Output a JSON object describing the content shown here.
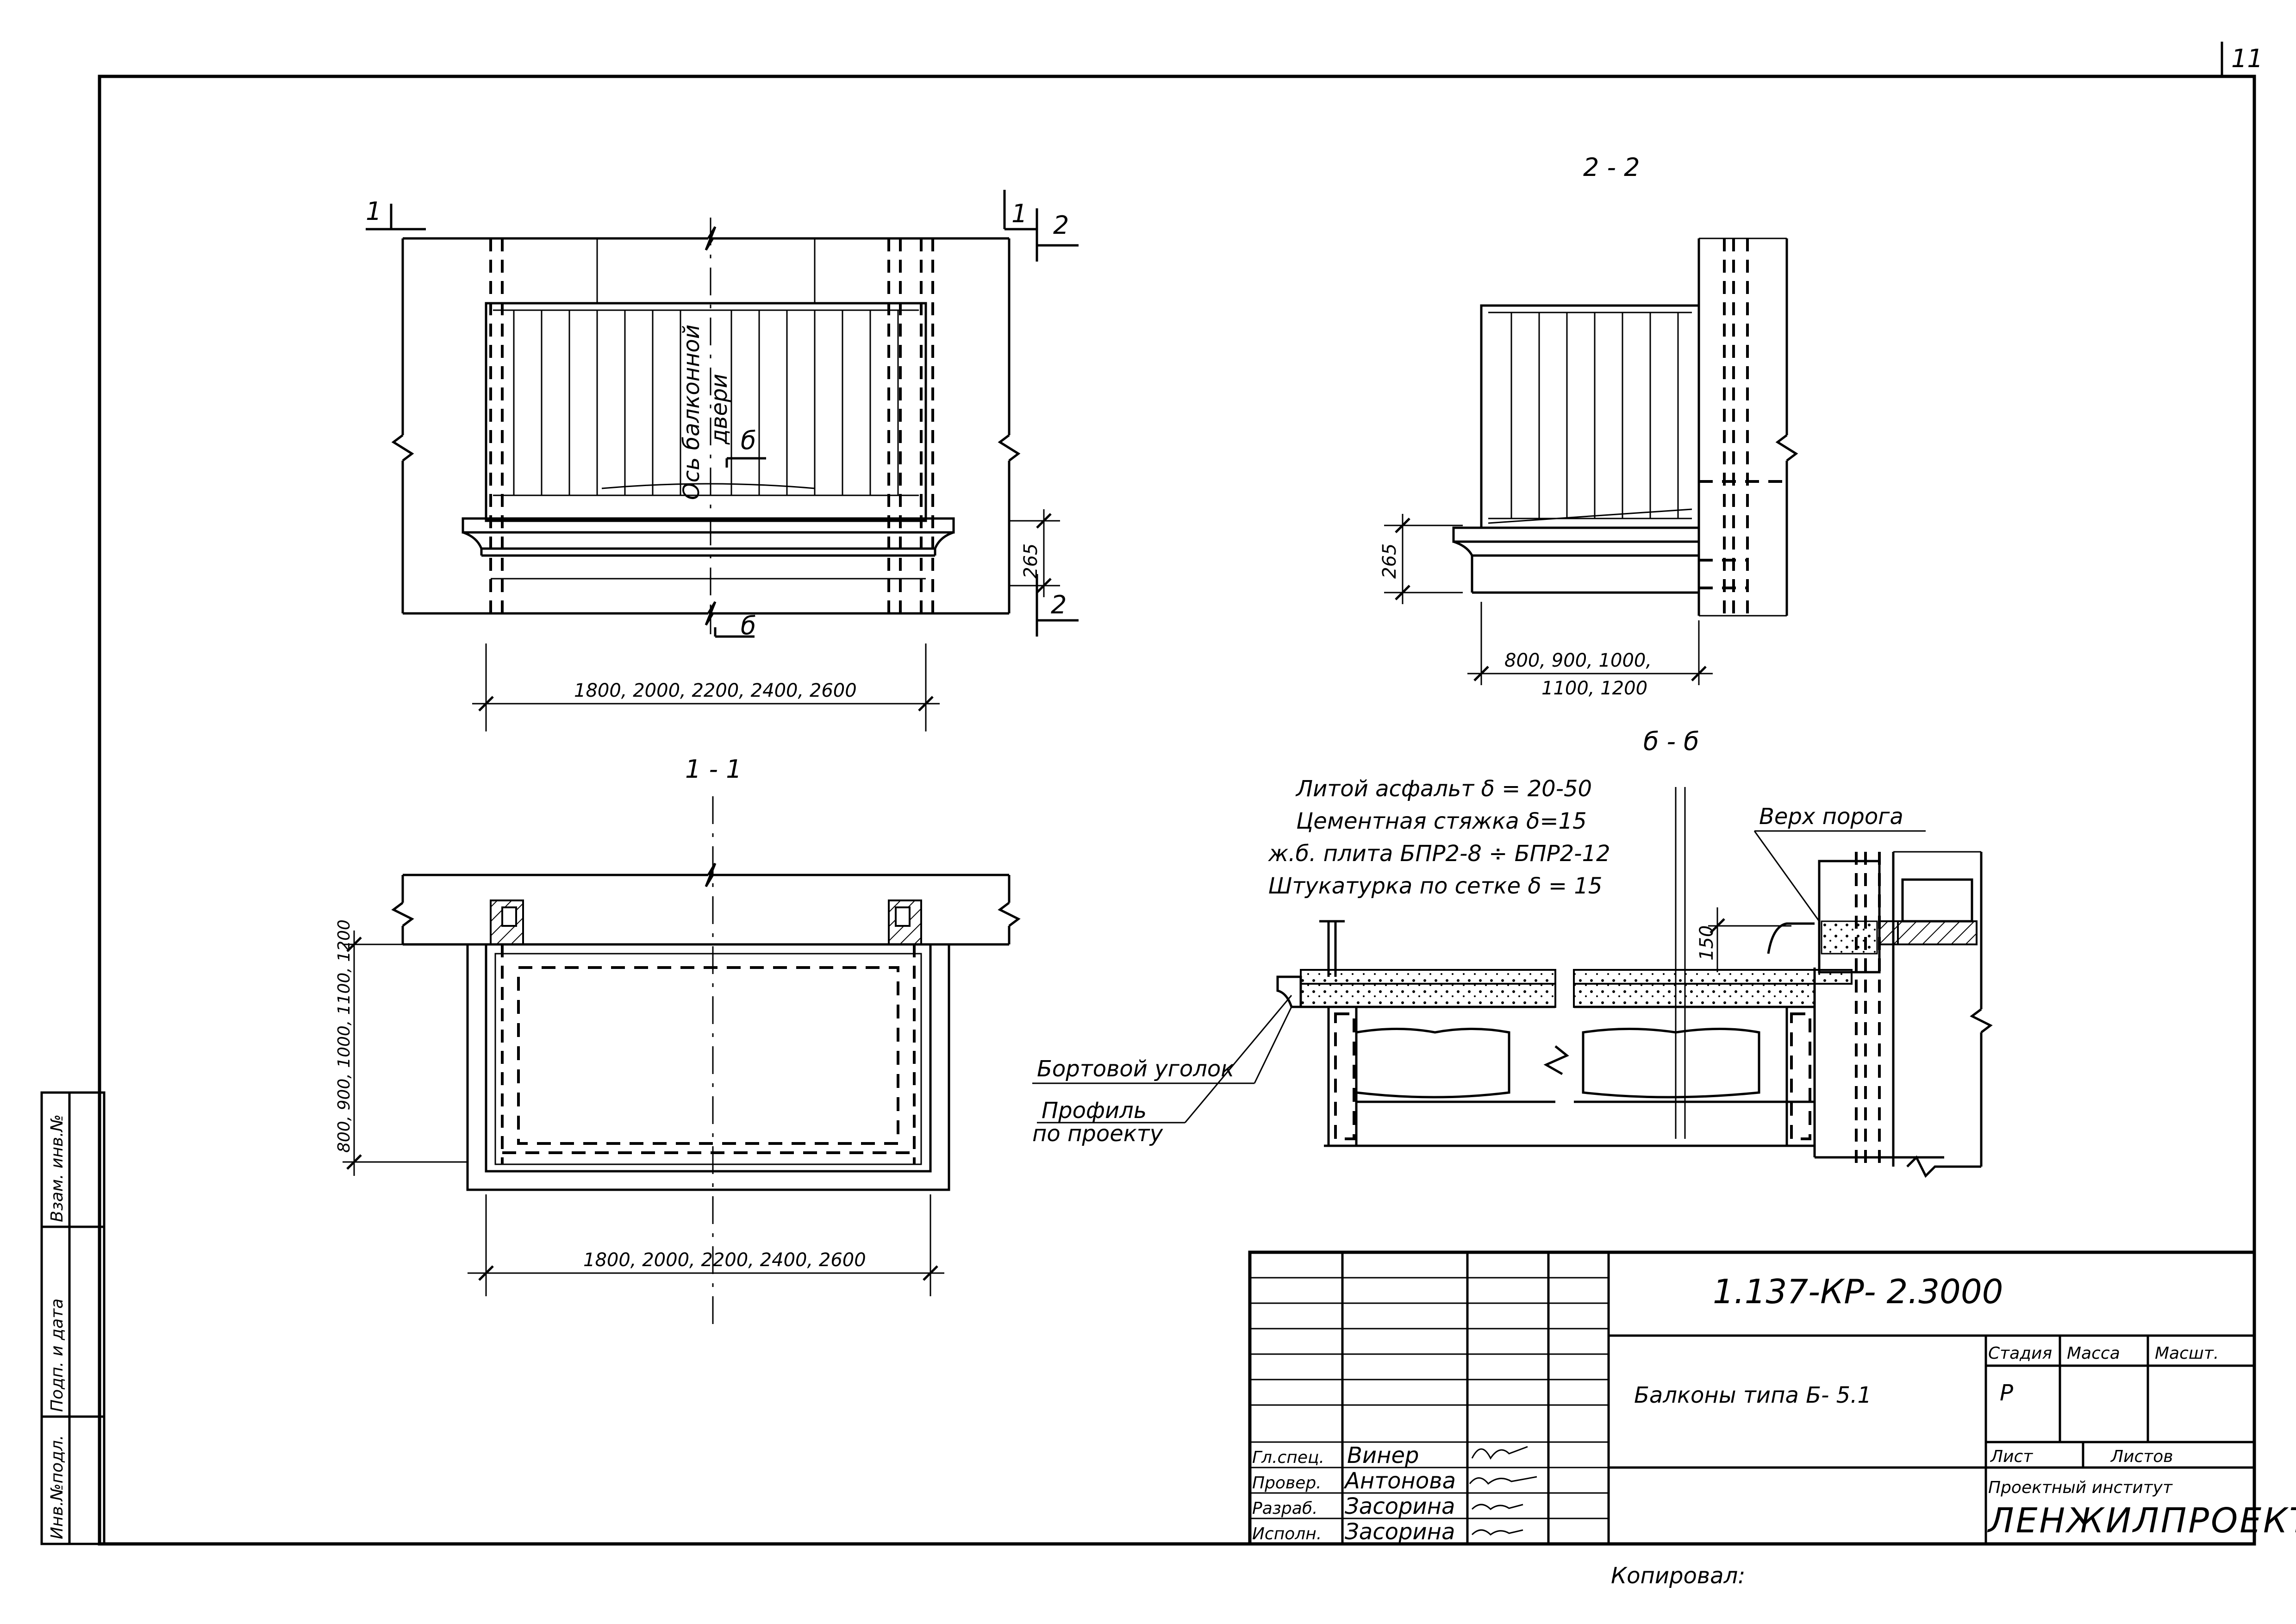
{
  "sheet": {
    "number": "11"
  },
  "views": {
    "elevation": {
      "cut_marks": [
        "1",
        "1",
        "2",
        "2"
      ],
      "section_marks": [
        "б",
        "б"
      ],
      "door_axis_line1": "Ось балконной",
      "door_axis_line2": "двери",
      "dim_height": "265",
      "dim_width": "1800, 2000, 2200, 2400, 2600"
    },
    "section_2_2": {
      "title": "2 - 2",
      "dim_height": "265",
      "dim_width_line1": "800, 900, 1000,",
      "dim_width_line2": "1100, 1200"
    },
    "section_1_1": {
      "title": "1 - 1",
      "dim_height": "800, 900, 1000, 1100, 1200",
      "dim_width": "1800, 2000, 2200, 2400, 2600"
    },
    "section_b_b": {
      "title": "б - б",
      "layers": [
        "Литой асфальт δ = 20-50",
        "Цементная стяжка δ=15",
        "ж.б. плита БПР2-8 ÷ БПР2-12",
        "Штукатурка по сетке δ = 15"
      ],
      "threshold_label": "Верх порога",
      "dim_50": "150",
      "edge_angle_label": "Бортовой уголок",
      "profile_label_line1": "Профиль",
      "profile_label_line2": "по проекту"
    }
  },
  "side_stamp": [
    "Инв.№подл.",
    "Подп. и дата",
    "Взам. инв.№"
  ],
  "title_block": {
    "code": "1.137-КР- 2.3000",
    "name": "Балконы типа Б- 5.1",
    "col_stage": "Стадия",
    "col_mass": "Масса",
    "col_scale": "Масшт.",
    "stage_value": "Р",
    "sheet_label": "Лист",
    "sheets_label": "Листов",
    "org_line1": "Проектный институт",
    "org_line2": "ЛЕНЖИЛПРОЕКТ",
    "signatures": [
      {
        "role": "Гл.спец.",
        "name": "Винер"
      },
      {
        "role": "Провер.",
        "name": "Антонова"
      },
      {
        "role": "Разраб.",
        "name": "Засорина"
      },
      {
        "role": "Исполн.",
        "name": "Засорина"
      }
    ]
  },
  "copied_by": "Копировал:"
}
